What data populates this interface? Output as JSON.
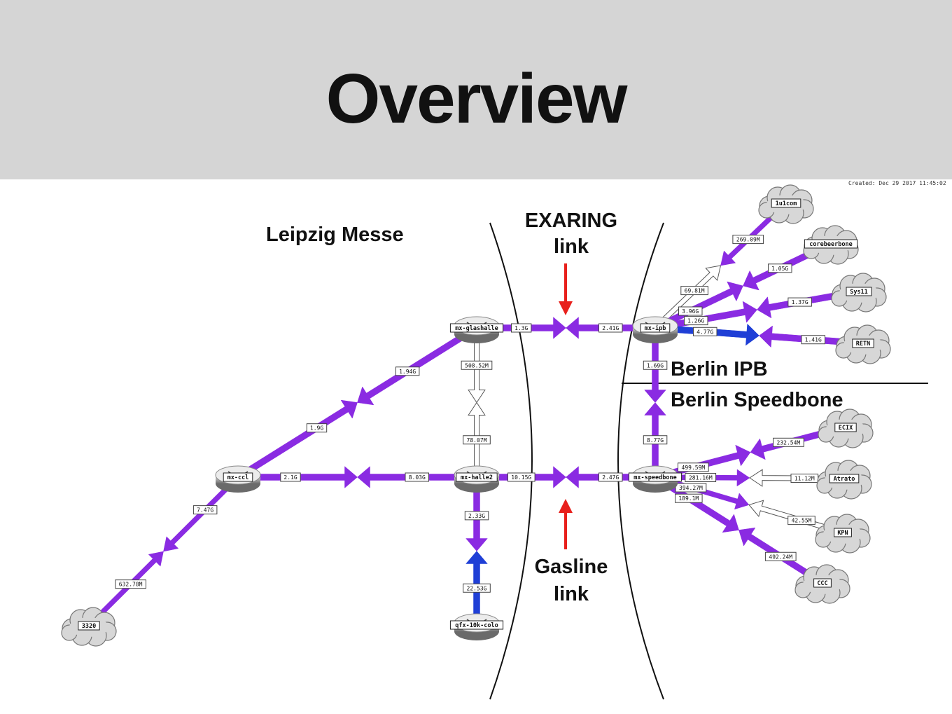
{
  "title": "Overview",
  "created": "Created: Dec 29 2017 11:45:02",
  "regions": {
    "leipzig": "Leipzig Messe",
    "exaring_line1": "EXARING",
    "exaring_line2": "link",
    "gasline_line1": "Gasline",
    "gasline_line2": "link",
    "berlin_ipb": "Berlin IPB",
    "berlin_speedbone": "Berlin Speedbone"
  },
  "colors": {
    "header_bg": "#d5d5d5",
    "purple_link": "#8a2be2",
    "blue_link": "#1f3fd6",
    "idle_link": "#ffffff",
    "red_arrow": "#e8201c"
  },
  "routers": [
    {
      "id": "ccl",
      "label": "mx-ccl"
    },
    {
      "id": "glas",
      "label": "mx-glashalle"
    },
    {
      "id": "halle2",
      "label": "mx-halle2"
    },
    {
      "id": "ipb",
      "label": "mx-ipb"
    },
    {
      "id": "speed",
      "label": "mx-speedbone"
    },
    {
      "id": "qfx",
      "label": "qfx-10k-colo"
    }
  ],
  "clouds": [
    {
      "id": "1und1",
      "label": "1u1com"
    },
    {
      "id": "corebeer",
      "label": "corebeerbone"
    },
    {
      "id": "sys11",
      "label": "Sys11"
    },
    {
      "id": "retn",
      "label": "RETN"
    },
    {
      "id": "ecix",
      "label": "ECIX"
    },
    {
      "id": "atrato",
      "label": "Atrato"
    },
    {
      "id": "kpn",
      "label": "KPN"
    },
    {
      "id": "ccc",
      "label": "CCC"
    },
    {
      "id": "3320",
      "label": "3320"
    }
  ],
  "links": [
    {
      "id": "l1",
      "from": "glas",
      "to": "ccl",
      "out": "1.94G",
      "in": "1.9G",
      "color": "purple"
    },
    {
      "id": "l2",
      "from": "ccl",
      "to": "halle2",
      "out": "2.1G",
      "in": "8.03G",
      "color": "purple"
    },
    {
      "id": "l3",
      "from": "ccl",
      "to": "3320",
      "out": "7.47G",
      "in": "632.78M",
      "color": "purple"
    },
    {
      "id": "l4",
      "from": "glas",
      "to": "halle2",
      "out": "508.52M",
      "in": "78.07M",
      "color": "white"
    },
    {
      "id": "l5",
      "from": "glas",
      "to": "ipb",
      "out": "1.3G",
      "in": "2.41G",
      "color": "purple"
    },
    {
      "id": "l6",
      "from": "halle2",
      "to": "speed",
      "out": "10.15G",
      "in": "2.47G",
      "color": "purple"
    },
    {
      "id": "l7",
      "from": "halle2",
      "to": "qfx",
      "out": "2.33G",
      "in": "22.53G",
      "color": "purple/blue"
    },
    {
      "id": "l8",
      "from": "ipb",
      "to": "speed",
      "out": "1.69G",
      "in": "8.77G",
      "color": "purple"
    },
    {
      "id": "l9",
      "from": "ipb",
      "to": "1und1",
      "out": "69.81M",
      "in": "269.09M",
      "color": "white/purple"
    },
    {
      "id": "l10",
      "from": "ipb",
      "to": "corebeer",
      "out": "3.96G",
      "in": "1.05G",
      "color": "purple"
    },
    {
      "id": "l11",
      "from": "ipb",
      "to": "sys11",
      "out": "1.26G",
      "in": "1.37G",
      "color": "purple"
    },
    {
      "id": "l12",
      "from": "ipb",
      "to": "retn",
      "out": "4.77G",
      "in": "1.41G",
      "color": "blue/purple"
    },
    {
      "id": "l13",
      "from": "speed",
      "to": "ecix",
      "out": "499.59M",
      "in": "232.54M",
      "color": "purple"
    },
    {
      "id": "l14",
      "from": "speed",
      "to": "atrato",
      "out": "281.16M",
      "in": "11.12M",
      "color": "purple/white"
    },
    {
      "id": "l15",
      "from": "speed",
      "to": "kpn",
      "out": "394.27M",
      "in": "42.55M",
      "color": "purple/white"
    },
    {
      "id": "l16",
      "from": "speed",
      "to": "ccc",
      "out": "189.1M",
      "in": "492.24M",
      "color": "purple"
    }
  ]
}
